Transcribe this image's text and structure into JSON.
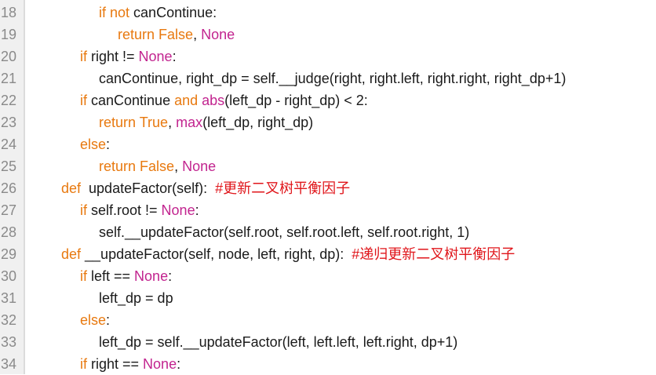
{
  "colors": {
    "keyword": "#e8790f",
    "constant": "#c2248f",
    "comment": "#e0161b",
    "text": "#1a1a1a",
    "line_number": "#8a8a8a"
  },
  "line_numbers": [
    "18",
    "19",
    "20",
    "21",
    "22",
    "23",
    "24",
    "25",
    "26",
    "27",
    "28",
    "29",
    "30",
    "31",
    "32",
    "33",
    "34"
  ],
  "lines": [
    [
      {
        "t": "if",
        "c": "kw"
      },
      {
        "t": " "
      },
      {
        "t": "not",
        "c": "kw"
      },
      {
        "t": " canContinue:"
      }
    ],
    [
      {
        "t": "return",
        "c": "kw"
      },
      {
        "t": " "
      },
      {
        "t": "False",
        "c": "kw"
      },
      {
        "t": ", "
      },
      {
        "t": "None",
        "c": "const"
      }
    ],
    [
      {
        "t": "if",
        "c": "kw"
      },
      {
        "t": " right != "
      },
      {
        "t": "None",
        "c": "const"
      },
      {
        "t": ":"
      }
    ],
    [
      {
        "t": "canContinue, right_dp = self.__judge(right, right.left, right.right, right_dp+1)"
      }
    ],
    [
      {
        "t": "if",
        "c": "kw"
      },
      {
        "t": " canContinue "
      },
      {
        "t": "and",
        "c": "kw"
      },
      {
        "t": " "
      },
      {
        "t": "abs",
        "c": "const"
      },
      {
        "t": "(left_dp - right_dp) < 2:"
      }
    ],
    [
      {
        "t": "return",
        "c": "kw"
      },
      {
        "t": " "
      },
      {
        "t": "True",
        "c": "kw"
      },
      {
        "t": ", "
      },
      {
        "t": "max",
        "c": "const"
      },
      {
        "t": "(left_dp, right_dp)"
      }
    ],
    [
      {
        "t": "else",
        "c": "kw"
      },
      {
        "t": ":"
      }
    ],
    [
      {
        "t": "return",
        "c": "kw"
      },
      {
        "t": " "
      },
      {
        "t": "False",
        "c": "kw"
      },
      {
        "t": ", "
      },
      {
        "t": "None",
        "c": "const"
      }
    ],
    [
      {
        "t": "def",
        "c": "kw"
      },
      {
        "t": "  updateFactor(self):  "
      },
      {
        "t": "#更新二叉树平衡因子",
        "c": "cm"
      }
    ],
    [
      {
        "t": "if",
        "c": "kw"
      },
      {
        "t": " self.root != "
      },
      {
        "t": "None",
        "c": "const"
      },
      {
        "t": ":"
      }
    ],
    [
      {
        "t": "self.__updateFactor(self.root, self.root.left, self.root.right, 1)"
      }
    ],
    [
      {
        "t": "def",
        "c": "kw"
      },
      {
        "t": " __updateFactor(self, node, left, right, dp):  "
      },
      {
        "t": "#递归更新二叉树平衡因子",
        "c": "cm"
      }
    ],
    [
      {
        "t": "if",
        "c": "kw"
      },
      {
        "t": " left == "
      },
      {
        "t": "None",
        "c": "const"
      },
      {
        "t": ":"
      }
    ],
    [
      {
        "t": "left_dp = dp"
      }
    ],
    [
      {
        "t": "else",
        "c": "kw"
      },
      {
        "t": ":"
      }
    ],
    [
      {
        "t": "left_dp = self.__updateFactor(left, left.left, left.right, dp+1)"
      }
    ],
    [
      {
        "t": "if",
        "c": "kw"
      },
      {
        "t": " right == "
      },
      {
        "t": "None",
        "c": "const"
      },
      {
        "t": ":"
      }
    ]
  ]
}
